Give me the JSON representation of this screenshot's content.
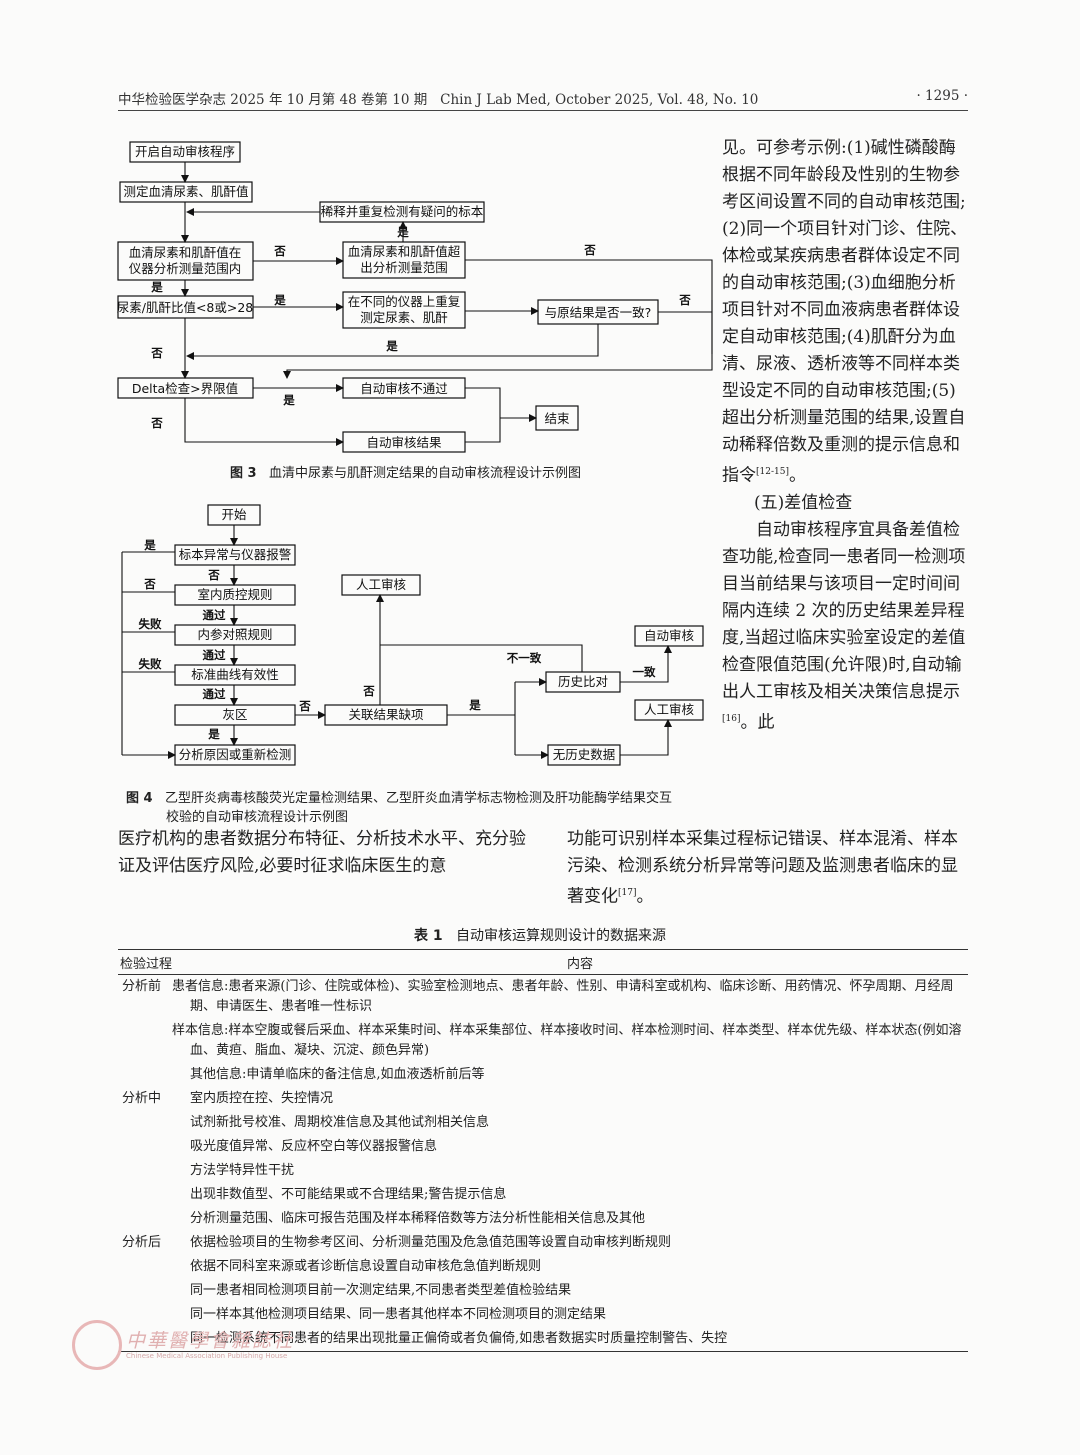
{
  "header": {
    "journal_cn": "中华检验医学杂志 2025 年 10 月第 48 卷第 10 期",
    "journal_en": "Chin J Lab Med, October 2025, Vol. 48, No. 10",
    "page": "· 1295 ·"
  },
  "fig3": {
    "nodes": {
      "start": "开启自动审核程序",
      "measure": "测定血清尿素、肌酐值",
      "dilute": "稀释并重复检测有疑问的标本",
      "range_q1": "血清尿素和肌酐值在",
      "range_q2": "仪器分析测量范围内",
      "over1": "血清尿素和肌酐值超",
      "over2": "出分析测量范围",
      "ratio": "尿素/肌酐比值<8或>28",
      "repeat1": "在不同的仪器上重复",
      "repeat2": "测定尿素、肌酐",
      "consistent": "与原结果是否一致?",
      "delta": "Delta检查>界限值",
      "fail": "自动审核不通过",
      "end": "结束",
      "result": "自动审核结果"
    },
    "labels": {
      "yes": "是",
      "no": "否"
    },
    "caption_num": "图 3",
    "caption": "血清中尿素与肌酐测定结果的自动审核流程设计示例图"
  },
  "fig4": {
    "nodes": {
      "start": "开始",
      "abnormal": "标本异常与仪器报警",
      "qc": "室内质控规则",
      "ref": "内参对照规则",
      "curve": "标准曲线有效性",
      "gray": "灰区",
      "analyze": "分析原因或重新检测",
      "manual_top": "人工审核",
      "missing": "关联结果缺项",
      "history": "历史比对",
      "no_history": "无历史数据",
      "auto": "自动审核",
      "manual_right": "人工审核"
    },
    "labels": {
      "yes": "是",
      "no": "否",
      "fail": "失败",
      "pass": "通过",
      "inconsistent": "不一致",
      "consistent": "一致"
    },
    "caption_num": "图 4",
    "caption_l1": "乙型肝炎病毒核酸荧光定量检测结果、乙型肝炎血清学标志物检测及肝功能酶学结果交互",
    "caption_l2": "校验的自动审核流程设计示例图"
  },
  "right_text": {
    "p1": "见。可参考示例:(1)碱性磷酸酶根据不同年龄段及性别的生物参考区间设置不同的自动审核范围;(2)同一个项目针对门诊、住院、体检或某疾病患者群体设定不同的自动审核范围;(3)血细胞分析项目针对不同血液病患者群体设定自动审核范围;(4)肌酐分为血清、尿液、透析液等不同样本类型设定不同的自动审核范围;(5)超出分析测量范围的结果,设置自动稀释倍数及重测的提示信息和指令",
    "p1_ref": "[12-15]",
    "p1_end": "。",
    "heading": "(五)差值检查",
    "p2": "自动审核程序宜具备差值检查功能,检查同一患者同一检测项目当前结果与该项目一定时间间隔内连续 2 次的历史结果差异程度,当超过临床实验室设定的差值检查限值范围(允许限)时,自动输出人工审核及相关决策信息提示",
    "p2_ref": "[16]",
    "p2_end": "。此"
  },
  "bottom_left": "医疗机构的患者数据分布特征、分析技术水平、充分验证及评估医疗风险,必要时征求临床医生的意",
  "bottom_right": {
    "text": "功能可识别样本采集过程标记错误、样本混淆、样本污染、检测系统分析异常等问题及监测患者临床的显著变化",
    "ref": "[17]",
    "end": "。"
  },
  "table1": {
    "num": "表 1",
    "title": "自动审核运算规则设计的数据来源",
    "col1": "检验过程",
    "col2": "内容",
    "rows": [
      {
        "stage": "分析前",
        "content": "患者信息:患者来源(门诊、住院或体检)、实验室检测地点、患者年龄、性别、申请科室或机构、临床诊断、用药情况、怀孕周期、月经周期、申请医生、患者唯一性标识"
      },
      {
        "stage": "",
        "content": "样本信息:样本空腹或餐后采血、样本采集时间、样本采集部位、样本接收时间、样本检测时间、样本类型、样本优先级、样本状态(例如溶血、黄疸、脂血、凝块、沉淀、颜色异常)"
      },
      {
        "stage": "",
        "content": "其他信息:申请单临床的备注信息,如血液透析前后等"
      },
      {
        "stage": "分析中",
        "content": "室内质控在控、失控情况"
      },
      {
        "stage": "",
        "content": "试剂新批号校准、周期校准信息及其他试剂相关信息"
      },
      {
        "stage": "",
        "content": "吸光度值异常、反应杯空白等仪器报警信息"
      },
      {
        "stage": "",
        "content": "方法学特异性干扰"
      },
      {
        "stage": "",
        "content": "出现非数值型、不可能结果或不合理结果;警告提示信息"
      },
      {
        "stage": "",
        "content": "分析测量范围、临床可报告范围及样本稀释倍数等方法分析性能相关信息及其他"
      },
      {
        "stage": "分析后",
        "content": "依据检验项目的生物参考区间、分析测量范围及危急值范围等设置自动审核判断规则"
      },
      {
        "stage": "",
        "content": "依据不同科室来源或者诊断信息设置自动审核危急值判断规则"
      },
      {
        "stage": "",
        "content": "同一患者相同检测项目前一次测定结果,不同患者类型差值检验结果"
      },
      {
        "stage": "",
        "content": "同一样本其他检测项目结果、同一患者其他样本不同检测项目的测定结果"
      },
      {
        "stage": "",
        "content": "同一检测系统不同患者的结果出现批量正偏倚或者负偏倚,如患者数据实时质量控制警告、失控"
      }
    ]
  },
  "footer": {
    "publisher": "中華醫學會雜誌社",
    "publisher_en": "Chinese Medical Association Publishing House"
  }
}
